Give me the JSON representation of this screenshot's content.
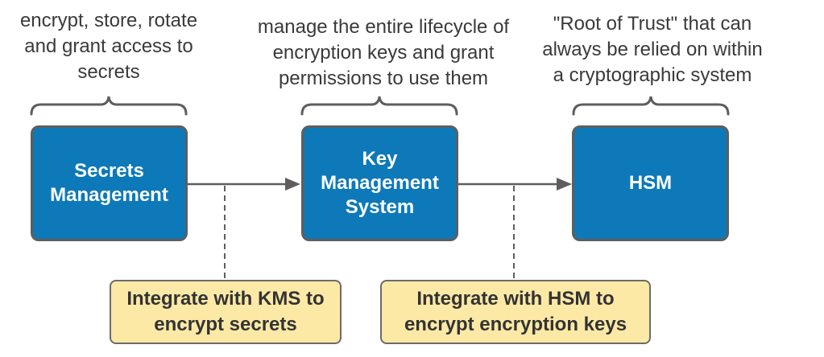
{
  "nodes": [
    {
      "id": "secrets",
      "label_lines": [
        "Secrets",
        "Management"
      ],
      "description_lines": [
        "encrypt, store, rotate",
        "and grant access to",
        "secrets"
      ]
    },
    {
      "id": "kms",
      "label_lines": [
        "Key",
        "Management",
        "System"
      ],
      "description_lines": [
        "manage the entire lifecycle of",
        "encryption keys and grant",
        "permissions to use them"
      ]
    },
    {
      "id": "hsm",
      "label_lines": [
        "HSM"
      ],
      "description_lines": [
        "\"Root of Trust\" that can",
        "always be relied on within",
        "a cryptographic system"
      ]
    }
  ],
  "edges": [
    {
      "from": "secrets",
      "to": "kms",
      "annotation_lines": [
        "Integrate with KMS to",
        "encrypt secrets"
      ]
    },
    {
      "from": "kms",
      "to": "hsm",
      "annotation_lines": [
        "Integrate with HSM to",
        "encrypt encryption keys"
      ]
    }
  ],
  "colors": {
    "node_fill": "#0d79b9",
    "node_border": "#5e5e5e",
    "callout_fill": "#fde9a6",
    "line": "#5e5e5e",
    "text": "#3a3a3a"
  }
}
